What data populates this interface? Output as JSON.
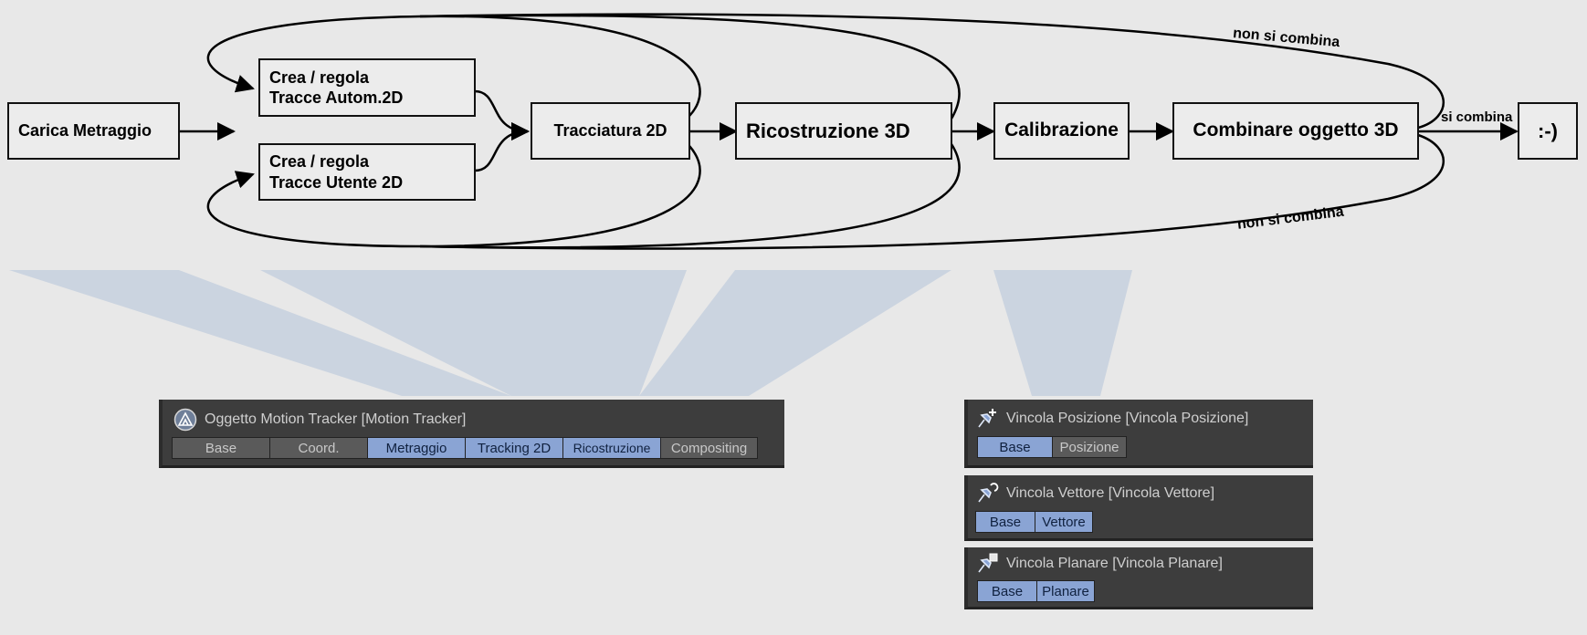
{
  "flow": {
    "carica": "Carica Metraggio",
    "auto_line1": "Crea / regola",
    "auto_line2": "Tracce Autom.2D",
    "user_line1": "Crea / regola",
    "user_line2": "Tracce Utente 2D",
    "tracciatura": "Tracciatura 2D",
    "ricostruzione": "Ricostruzione 3D",
    "calibrazione": "Calibrazione",
    "combinare": "Combinare oggetto 3D",
    "smile": ":-)",
    "label_top": "non si combina",
    "label_bottom": "non si combina",
    "label_si": "si combina"
  },
  "motion_tracker": {
    "title": "Oggetto Motion Tracker [Motion Tracker]",
    "icon": "motion-tracker-icon",
    "tabs": [
      {
        "label": "Base",
        "active": false
      },
      {
        "label": "Coord.",
        "active": false
      },
      {
        "label": "Metraggio",
        "active": true
      },
      {
        "label": "Tracking 2D",
        "active": true
      },
      {
        "label": "Ricostruzione",
        "active": true
      },
      {
        "label": "Compositing",
        "active": false
      }
    ]
  },
  "vincola_posizione": {
    "title": "Vincola Posizione  [Vincola Posizione]",
    "icon": "pin-plus-icon",
    "tabs": [
      {
        "label": "Base",
        "active": true
      },
      {
        "label": "Posizione",
        "active": false
      }
    ]
  },
  "vincola_vettore": {
    "title": "Vincola Vettore   [Vincola Vettore]",
    "icon": "pin-rotate-icon",
    "tabs": [
      {
        "label": "Base",
        "active": true
      },
      {
        "label": "Vettore",
        "active": true
      }
    ]
  },
  "vincola_planare": {
    "title": "Vincola Planare [Vincola Planare]",
    "icon": "pin-plane-icon",
    "tabs": [
      {
        "label": "Base",
        "active": true
      },
      {
        "label": "Planare",
        "active": true
      }
    ]
  },
  "colors": {
    "funnel": "#cbd4e0",
    "tab_active": "#8aa4d4",
    "tab_inactive": "#5a5a5a",
    "panel_bg": "#3d3d3d"
  }
}
